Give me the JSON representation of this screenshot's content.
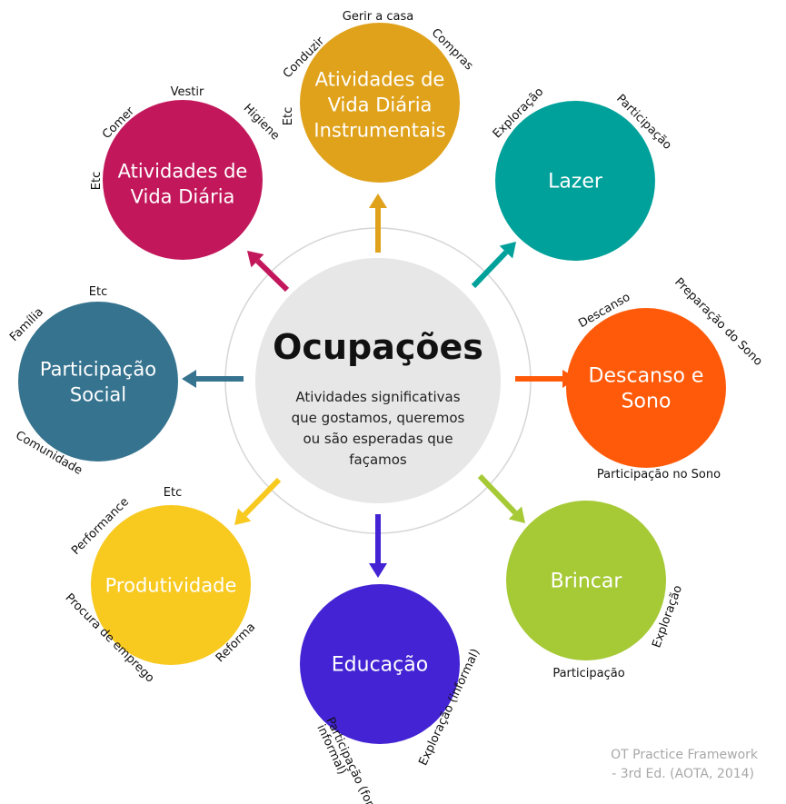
{
  "center": {
    "title": "Ocupações",
    "subtitle_lines": [
      "Atividades significativas",
      "que gostamos, queremos",
      "ou são esperadas que",
      "façamos"
    ]
  },
  "nodes": [
    {
      "id": "avd",
      "title_lines": [
        "Atividades de",
        "Vida Diária"
      ],
      "color": "#c2185b",
      "labels": [
        "Vestir",
        "Higiene",
        "Comer",
        "Etc"
      ]
    },
    {
      "id": "aivd",
      "title_lines": [
        "Atividades de",
        "Vida Diária",
        "Instrumentais"
      ],
      "color": "#e0a21b",
      "labels": [
        "Gerir a casa",
        "Compras",
        "Conduzir",
        "Etc"
      ]
    },
    {
      "id": "lazer",
      "title_lines": [
        "Lazer"
      ],
      "color": "#00a19a",
      "labels": [
        "Exploração",
        "Participação"
      ]
    },
    {
      "id": "descanso",
      "title_lines": [
        "Descanso e",
        "Sono"
      ],
      "color": "#ff5a0a",
      "labels": [
        "Descanso",
        "Preparação do Sono",
        "Participação no Sono"
      ]
    },
    {
      "id": "brincar",
      "title_lines": [
        "Brincar"
      ],
      "color": "#a6c936",
      "labels": [
        "Exploração",
        "Participação"
      ]
    },
    {
      "id": "educacao",
      "title_lines": [
        "Educação"
      ],
      "color": "#4323d4",
      "labels": [
        "Participação (formal e",
        "informal)",
        "Exploração (informal)"
      ]
    },
    {
      "id": "produtividade",
      "title_lines": [
        "Produtividade"
      ],
      "color": "#f8c91f",
      "labels": [
        "Etc",
        "Performance",
        "Procura de emprego",
        "Reforma"
      ]
    },
    {
      "id": "social",
      "title_lines": [
        "Participação",
        "Social"
      ],
      "color": "#36738f",
      "labels": [
        "Etc",
        "Família",
        "Comunidade"
      ]
    }
  ],
  "credit_lines": [
    "OT Practice Framework",
    "- 3rd Ed. (AOTA, 2014)"
  ]
}
